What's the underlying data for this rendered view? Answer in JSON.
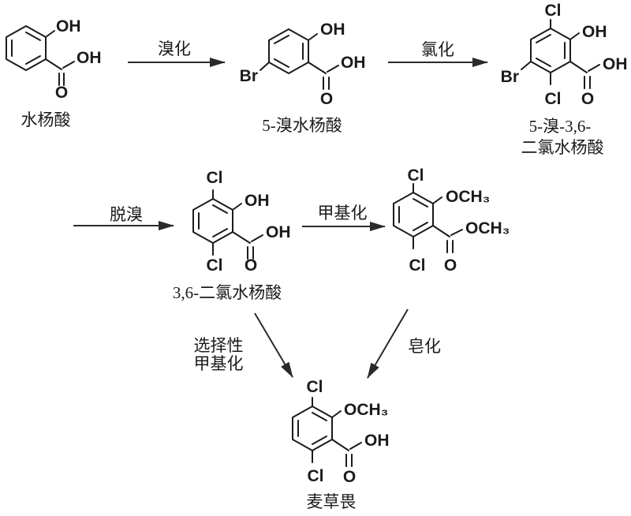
{
  "molecules": [
    {
      "id": "salicylic-acid",
      "name": "水杨酸",
      "atoms": {
        "oh": "OH",
        "acid_oh": "OH",
        "carbonyl_o": "O"
      }
    },
    {
      "id": "5-bromosalicylic-acid",
      "name": "5-溴水杨酸",
      "atoms": {
        "oh": "OH",
        "br": "Br",
        "acid_oh": "OH",
        "carbonyl_o": "O"
      }
    },
    {
      "id": "5-bromo-3,6-dichlorosalicylic-acid",
      "name_line1": "5-溴-3,6-",
      "name_line2": "二氯水杨酸",
      "atoms": {
        "cl_top": "Cl",
        "oh": "OH",
        "br": "Br",
        "cl_bottom": "Cl",
        "acid_oh": "OH",
        "carbonyl_o": "O"
      }
    },
    {
      "id": "3,6-dichlorosalicylic-acid",
      "name": "3,6-二氯水杨酸",
      "atoms": {
        "cl_top": "Cl",
        "oh": "OH",
        "cl_bottom": "Cl",
        "acid_oh": "OH",
        "carbonyl_o": "O"
      }
    },
    {
      "id": "methyl-2-methoxy-3,6-dichlorobenzoate",
      "atoms": {
        "cl_top": "Cl",
        "och3": "OCH₃",
        "cl_bottom": "Cl",
        "ester_och3": "OCH₃",
        "carbonyl_o": "O"
      }
    },
    {
      "id": "dicamba",
      "name": "麦草畏",
      "atoms": {
        "cl_top": "Cl",
        "och3": "OCH₃",
        "cl_bottom": "Cl",
        "acid_oh": "OH",
        "carbonyl_o": "O"
      }
    }
  ],
  "reactions": {
    "bromination": "溴化",
    "chlorination": "氯化",
    "debromination": "脱溴",
    "methylation": "甲基化",
    "selective_methylation_line1": "选择性",
    "selective_methylation_line2": "甲基化",
    "saponification": "皂化"
  },
  "colors": {
    "ink": "#1b1b1b",
    "background": "#ffffff"
  }
}
